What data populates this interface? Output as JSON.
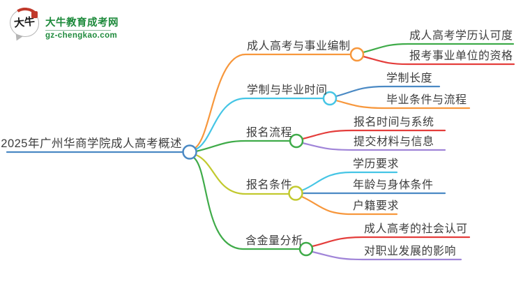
{
  "logo": {
    "badge": "大牛",
    "title": "大牛教育成考网",
    "subtitle": "gz-chengkao.com"
  },
  "colors": {
    "blue": "#4a89c4",
    "orange": "#f7973c",
    "cyan": "#45c5e5",
    "green": "#3fab49",
    "olive": "#c2c92e",
    "red": "#e43d3b",
    "purple": "#a084d8",
    "text": "#3d3d3d",
    "logo_green": "#1d8a3b",
    "logo_divider": "#8ab99a"
  },
  "mindmap": {
    "root": "2025年广州华商学院成人高考概述",
    "branches": [
      {
        "label": "成人高考与事业编制",
        "children": [
          "成人高考学历认可度",
          "报考事业单位的资格"
        ]
      },
      {
        "label": "学制与毕业时间",
        "children": [
          "学制长度",
          "毕业条件与流程"
        ]
      },
      {
        "label": "报名流程",
        "children": [
          "报名时间与系统",
          "提交材料与信息"
        ]
      },
      {
        "label": "报名条件",
        "children": [
          "学历要求",
          "年龄与身体条件",
          "户籍要求"
        ]
      },
      {
        "label": "含金量分析",
        "children": [
          "成人高考的社会认可",
          "对职业发展的影响"
        ]
      }
    ]
  }
}
